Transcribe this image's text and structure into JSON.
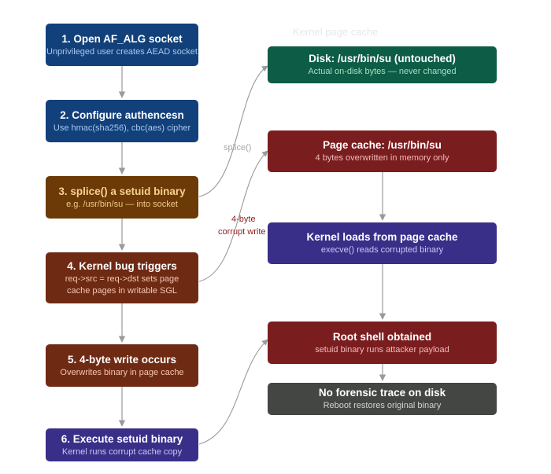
{
  "section_title": "Kernel page cache",
  "left_steps": [
    {
      "title": "1. Open AF_ALG socket",
      "subtitle": "Unprivileged user creates AEAD socket",
      "bg": "#12407a",
      "title_color": "#ffffff",
      "sub_color": "#a9c8ef"
    },
    {
      "title": "2. Configure authencesn",
      "subtitle": "Use hmac(sha256), cbc(aes) cipher",
      "bg": "#12407a",
      "title_color": "#ffffff",
      "sub_color": "#a9c8ef"
    },
    {
      "title": "3. splice() a setuid binary",
      "subtitle": "e.g. /usr/bin/su — into socket",
      "bg": "#6b3a06",
      "title_color": "#f7d28f",
      "sub_color": "#f2c88a"
    },
    {
      "title": "4. Kernel bug triggers",
      "subtitle": "req->src = req->dst sets page",
      "subtitle2": "cache pages in writable SGL",
      "bg": "#6f2a14",
      "title_color": "#ffffff",
      "sub_color": "#f4c6b0"
    },
    {
      "title": "5. 4-byte write occurs",
      "subtitle": "Overwrites binary in page cache",
      "bg": "#6f2a14",
      "title_color": "#ffffff",
      "sub_color": "#f4c6b0"
    },
    {
      "title": "6. Execute setuid binary",
      "subtitle": "Kernel runs corrupt cache copy",
      "bg": "#3a2f88",
      "title_color": "#ffffff",
      "sub_color": "#cbc6f4"
    }
  ],
  "right_steps": [
    {
      "title": "Disk: /usr/bin/su (untouched)",
      "subtitle": "Actual on-disk bytes — never changed",
      "bg": "#0d5c45",
      "title_color": "#ffffff",
      "sub_color": "#9fe0c4"
    },
    {
      "title": "Page cache: /usr/bin/su",
      "subtitle": "4 bytes overwritten in memory only",
      "bg": "#7a1d1f",
      "title_color": "#ffffff",
      "sub_color": "#f2b9b9"
    },
    {
      "title": "Kernel loads from page cache",
      "subtitle": "execve() reads corrupted binary",
      "bg": "#3a2f88",
      "title_color": "#ffffff",
      "sub_color": "#cbc6f4"
    },
    {
      "title": "Root shell obtained",
      "subtitle": "setuid binary runs attacker payload",
      "bg": "#7a1d1f",
      "title_color": "#ffffff",
      "sub_color": "#f2b9b9"
    },
    {
      "title": "No forensic trace on disk",
      "subtitle": "Reboot restores original binary",
      "bg": "#444643",
      "title_color": "#ffffff",
      "sub_color": "#d3d3d1"
    }
  ],
  "edge_labels": {
    "splice": "splice()",
    "corrupt_line1": "4-byte",
    "corrupt_line2": "corrupt write",
    "splice_color": "#a7a7a7",
    "corrupt_color": "#8b1e1e"
  }
}
